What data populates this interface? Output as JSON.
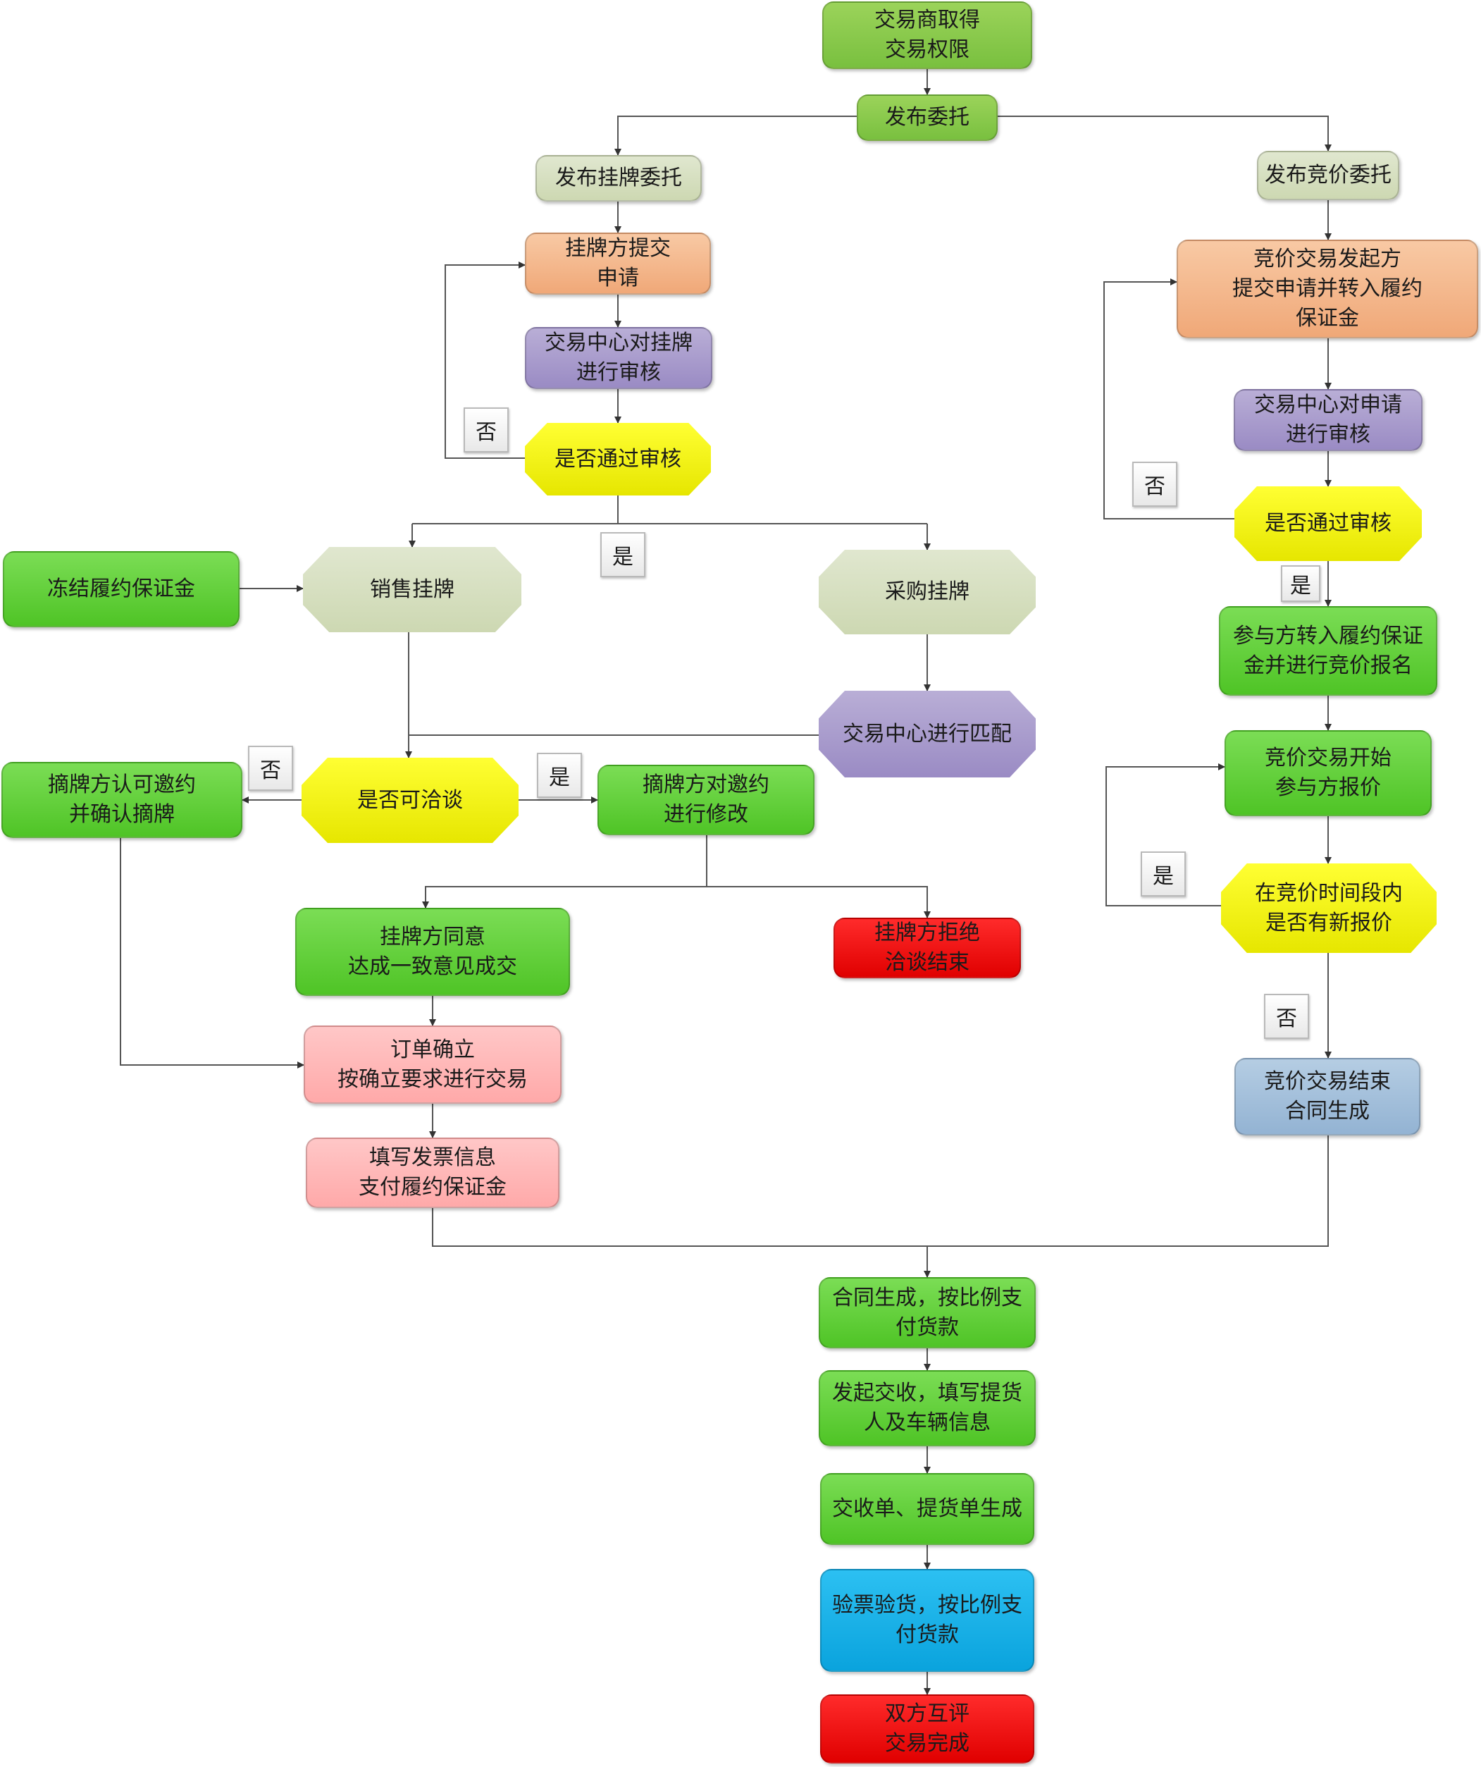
{
  "nodes": {
    "start": "交易商取得\n交易权限",
    "publish": "发布委托",
    "listing": "发布挂牌委托",
    "bidding": "发布竞价委托",
    "lister_submit": "挂牌方提交\n申请",
    "center_review_listing": "交易中心对挂牌\n进行审核",
    "pass_review_left": "是否通过审核",
    "bid_initiator": "竞价交易发起方\n提交申请并转入履约\n保证金",
    "center_review_app": "交易中心对申请\n进行审核",
    "pass_review_right": "是否通过审核",
    "freeze_margin": "冻结履约保证金",
    "sale_listing": "销售挂牌",
    "purchase_listing": "采购挂牌",
    "center_match": "交易中心进行匹配",
    "participant_transfer": "参与方转入履约保证\n金并进行竞价报名",
    "bid_start": "竞价交易开始\n参与方报价",
    "negotiable": "是否可洽谈",
    "delister_accept": "摘牌方认可邀约\n并确认摘牌",
    "delister_modify": "摘牌方对邀约\n进行修改",
    "new_bid": "在竞价时间段内\n是否有新报价",
    "lister_agree": "挂牌方同意\n达成一致意见成交",
    "lister_reject": "挂牌方拒绝\n洽谈结束",
    "order_confirm": "订单确立\n按确立要求进行交易",
    "invoice": "填写发票信息\n支付履约保证金",
    "bid_end": "竞价交易结束\n合同生成",
    "contract": "合同生成，按比例支\n付货款",
    "delivery_start": "发起交收，填写提货\n人及车辆信息",
    "delivery_note": "交收单、提货单生成",
    "inspect": "验票验货，按比例支\n付货款",
    "evaluate": "双方互评\n交易完成"
  },
  "tags": {
    "no_left_review": "否",
    "yes_left_review": "是",
    "no_right_review": "否",
    "yes_right_review": "是",
    "no_negotiable": "否",
    "yes_negotiable": "是",
    "yes_new_bid": "是",
    "no_new_bid": "否"
  }
}
